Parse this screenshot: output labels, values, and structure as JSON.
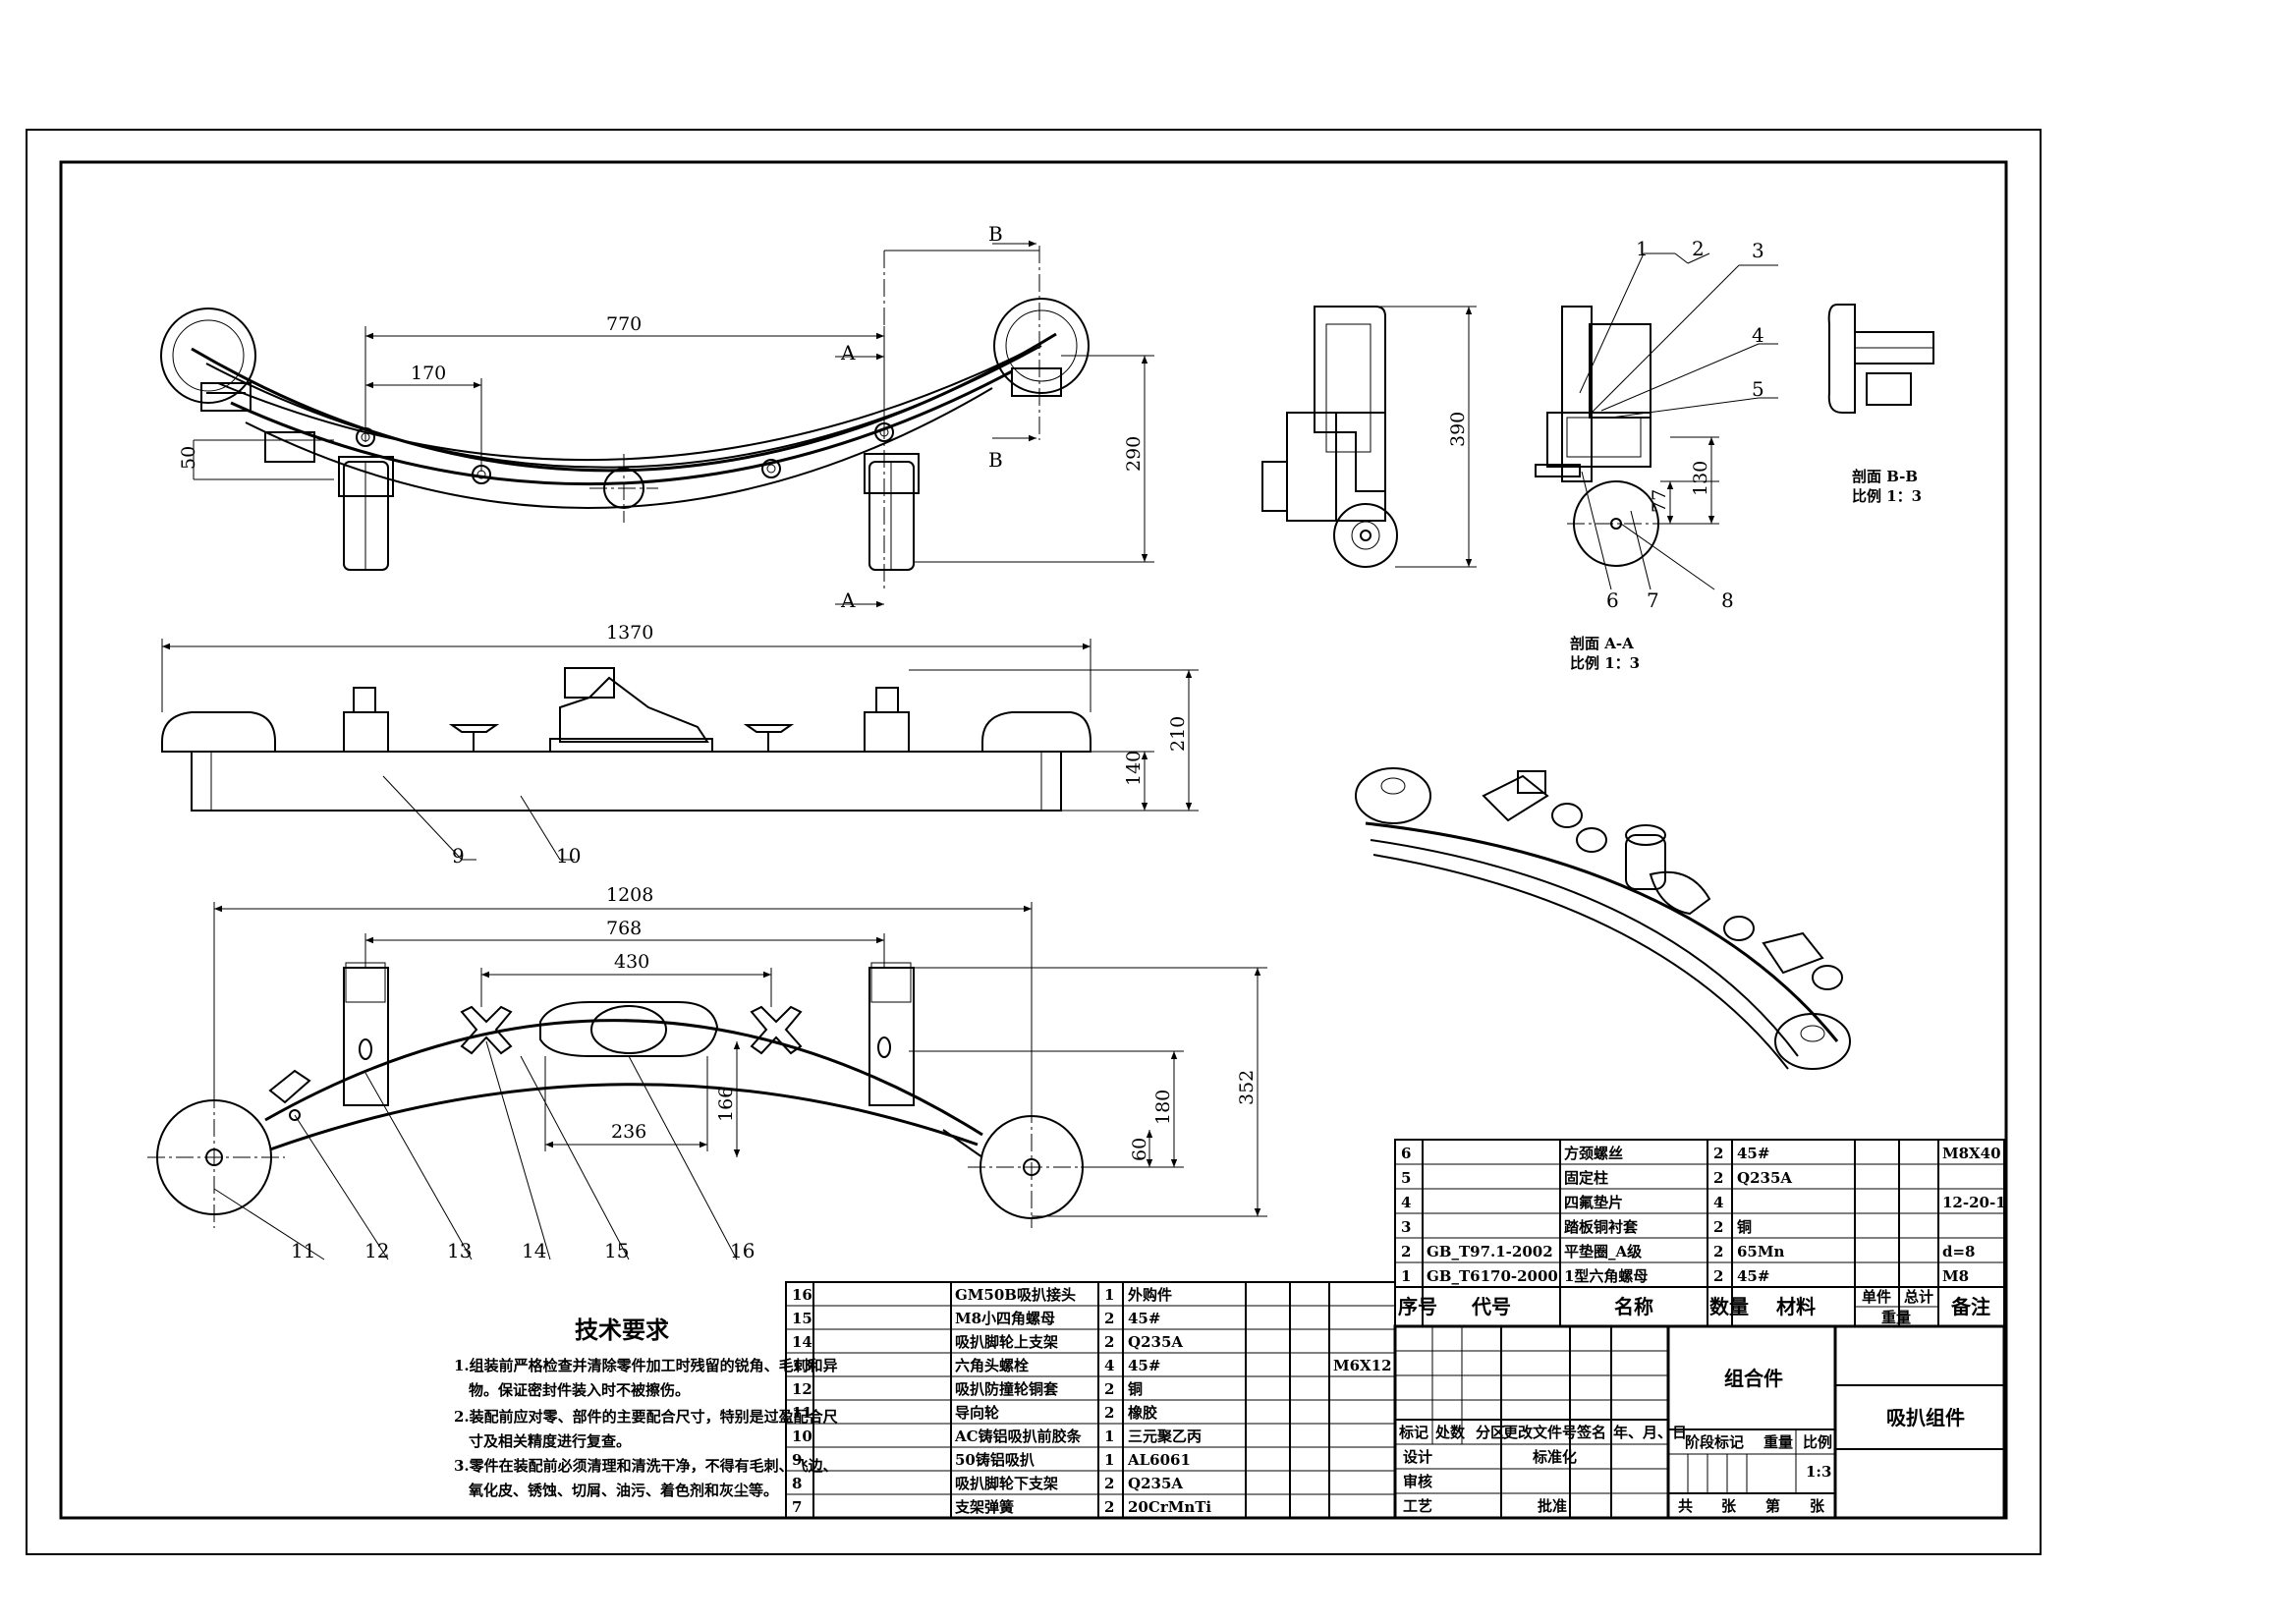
{
  "dimensions": {
    "top_770": "770",
    "top_170": "170",
    "top_50": "50",
    "top_290": "290",
    "front_1370": "1370",
    "front_140": "140",
    "front_210": "210",
    "plan_1208": "1208",
    "plan_768": "768",
    "plan_430": "430",
    "plan_236": "236",
    "plan_166": "166",
    "plan_180": "180",
    "plan_60": "60",
    "plan_352": "352",
    "side_390": "390",
    "sec_130": "130",
    "sec_77": "77"
  },
  "section_marks": {
    "a": "A",
    "b": "B"
  },
  "balloons": {
    "s1": "1",
    "s2": "2",
    "s3": "3",
    "s4": "4",
    "s5": "5",
    "s6": "6",
    "s7": "7",
    "s8": "8",
    "f9": "9",
    "f10": "10",
    "p11": "11",
    "p12": "12",
    "p13": "13",
    "p14": "14",
    "p15": "15",
    "p16": "16"
  },
  "section_aa": {
    "title": "剖面 A-A",
    "scale": "比例 1：3"
  },
  "section_bb": {
    "title": "剖面 B-B",
    "scale": "比例 1：3"
  },
  "tech": {
    "title": "技术要求",
    "lines": [
      "1.组装前严格检查并清除零件加工时残留的锐角、毛刺和异",
      "物。保证密封件装入时不被擦伤。",
      "2.装配前应对零、部件的主要配合尺寸，特别是过盈配合尺",
      "寸及相关精度进行复查。",
      "3.零件在装配前必须清理和清洗干净，不得有毛刺、飞边、",
      "氧化皮、锈蚀、切屑、油污、着色剂和灰尘等。"
    ]
  },
  "bom_left": [
    {
      "no": "16",
      "code": "",
      "name": "GM50B吸扒接头",
      "qty": "1",
      "mat": "外购件",
      "note": ""
    },
    {
      "no": "15",
      "code": "",
      "name": "M8小四角螺母",
      "qty": "2",
      "mat": "45#",
      "note": ""
    },
    {
      "no": "14",
      "code": "",
      "name": "吸扒脚轮上支架",
      "qty": "2",
      "mat": "Q235A",
      "note": ""
    },
    {
      "no": "13",
      "code": "",
      "name": "六角头螺栓",
      "qty": "4",
      "mat": "45#",
      "note": "M6X12"
    },
    {
      "no": "12",
      "code": "",
      "name": "吸扒防撞轮铜套",
      "qty": "2",
      "mat": "铜",
      "note": ""
    },
    {
      "no": "11",
      "code": "",
      "name": "导向轮",
      "qty": "2",
      "mat": "橡胶",
      "note": ""
    },
    {
      "no": "10",
      "code": "",
      "name": "AC铸铝吸扒前胶条",
      "qty": "1",
      "mat": "三元聚乙丙",
      "note": ""
    },
    {
      "no": "9",
      "code": "",
      "name": "50铸铝吸扒",
      "qty": "1",
      "mat": "AL6061",
      "note": ""
    },
    {
      "no": "8",
      "code": "",
      "name": "吸扒脚轮下支架",
      "qty": "2",
      "mat": "Q235A",
      "note": ""
    },
    {
      "no": "7",
      "code": "",
      "name": "支架弹簧",
      "qty": "2",
      "mat": "20CrMnTi",
      "note": ""
    }
  ],
  "bom_right": [
    {
      "no": "6",
      "code": "",
      "name": "方颈螺丝",
      "qty": "2",
      "mat": "45#",
      "note": "M8X40"
    },
    {
      "no": "5",
      "code": "",
      "name": "固定柱",
      "qty": "2",
      "mat": "Q235A",
      "note": ""
    },
    {
      "no": "4",
      "code": "",
      "name": "四氟垫片",
      "qty": "4",
      "mat": "",
      "note": "12-20-1"
    },
    {
      "no": "3",
      "code": "",
      "name": "踏板铜衬套",
      "qty": "2",
      "mat": "铜",
      "note": ""
    },
    {
      "no": "2",
      "code": "GB_T97.1-2002",
      "name": "平垫圈_A级",
      "qty": "2",
      "mat": "65Mn",
      "note": "d=8"
    },
    {
      "no": "1",
      "code": "GB_T6170-2000",
      "name": "1型六角螺母",
      "qty": "2",
      "mat": "45#",
      "note": "M8"
    }
  ],
  "bom_header": {
    "no": "序号",
    "code": "代号",
    "name": "名称",
    "qty": "数量",
    "mat": "材料",
    "single": "单件",
    "total": "总计",
    "weight": "重量",
    "note": "备注"
  },
  "title_block": {
    "assembly": "组合件",
    "drawing_name": "吸扒组件",
    "mark": "标记",
    "count": "处数",
    "zone": "分区",
    "change_doc": "更改文件号",
    "sign": "签名",
    "date": "年、月、日",
    "design": "设计",
    "standard": "标准化",
    "review": "审核",
    "process": "工艺",
    "approve": "批准",
    "stage_mark": "阶段标记",
    "weight": "重量",
    "scale": "比例",
    "scale_value": "1:3",
    "total": "共",
    "sheet": "张",
    "no": "第",
    "sheet2": "张"
  }
}
